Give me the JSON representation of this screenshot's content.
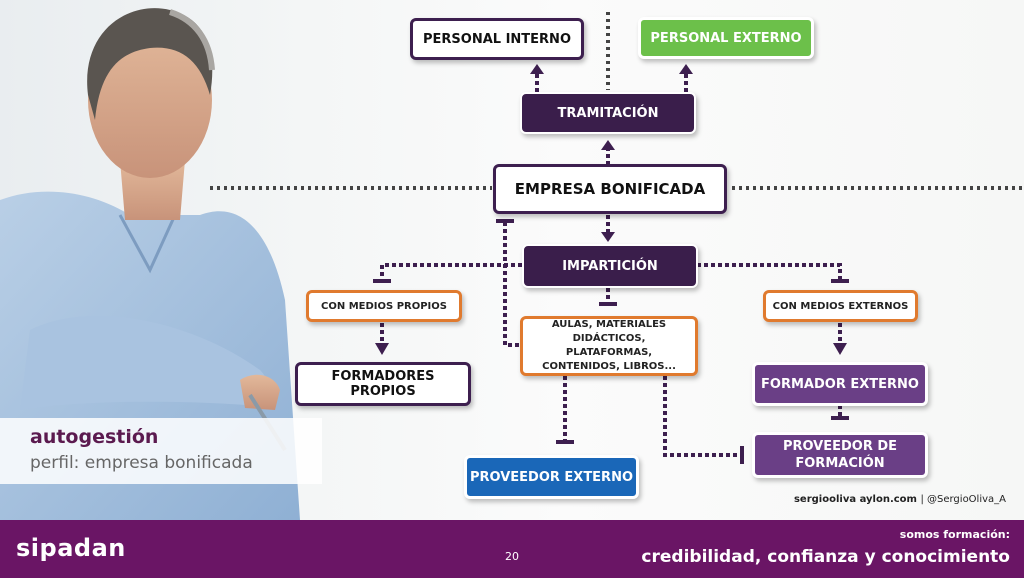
{
  "nodes": {
    "personal_interno": "PERSONAL INTERNO",
    "personal_externo": "PERSONAL EXTERNO",
    "tramitacion": "TRAMITACIÓN",
    "empresa_bonificada": "EMPRESA BONIFICADA",
    "imparticion": "IMPARTICIÓN",
    "con_medios_propios": "CON MEDIOS PROPIOS",
    "con_medios_externos": "CON MEDIOS EXTERNOS",
    "aulas": "AULAS, MATERIALES DIDÁCTICOS, PLATAFORMAS, CONTENIDOS, LIBROS...",
    "formadores_propios": "FORMADORES PROPIOS",
    "formador_externo": "FORMADOR EXTERNO",
    "proveedor_externo": "PROVEEDOR EXTERNO",
    "proveedor_formacion": "PROVEEDOR DE FORMACIÓN"
  },
  "caption": {
    "title": "autogestión",
    "subtitle": "perfil: empresa bonificada"
  },
  "credit": {
    "site": "sergiooliva aylon.com",
    "handle": "| @SergioOliva_A"
  },
  "footer": {
    "brand": "sipadan",
    "page": "20",
    "tagline_small": "somos formación:",
    "tagline_big": "credibilidad, confianza y conocimiento"
  },
  "colors": {
    "dark_purple": "#3a1e4b",
    "footer_purple": "#6a1565",
    "green": "#6cc04a",
    "orange": "#e07a2e",
    "purple": "#6a3f86",
    "blue": "#1a67b8"
  }
}
